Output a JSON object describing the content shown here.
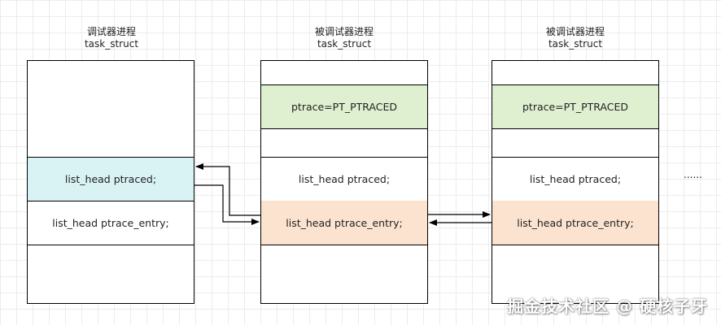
{
  "columns": [
    {
      "title": "调试器进程",
      "struct": "task_struct"
    },
    {
      "title": "被调试器进程",
      "struct": "task_struct"
    },
    {
      "title": "被调试器进程",
      "struct": "task_struct"
    }
  ],
  "debugger": {
    "ptraced": "list_head ptraced;",
    "ptrace_entry": "list_head ptrace_entry;"
  },
  "tracee1": {
    "ptrace": "ptrace=PT_PTRACED",
    "ptraced": "list_head ptraced;",
    "ptrace_entry": "list_head ptrace_entry;"
  },
  "tracee2": {
    "ptrace": "ptrace=PT_PTRACED",
    "ptraced": "list_head ptraced;",
    "ptrace_entry": "list_head ptrace_entry;"
  },
  "ellipsis": "......",
  "watermark": "掘金技术社区 @ 硬核子牙",
  "colors": {
    "green": "#dff0d0",
    "cyan": "#d9f2f4",
    "peach": "#fbe3cf"
  }
}
